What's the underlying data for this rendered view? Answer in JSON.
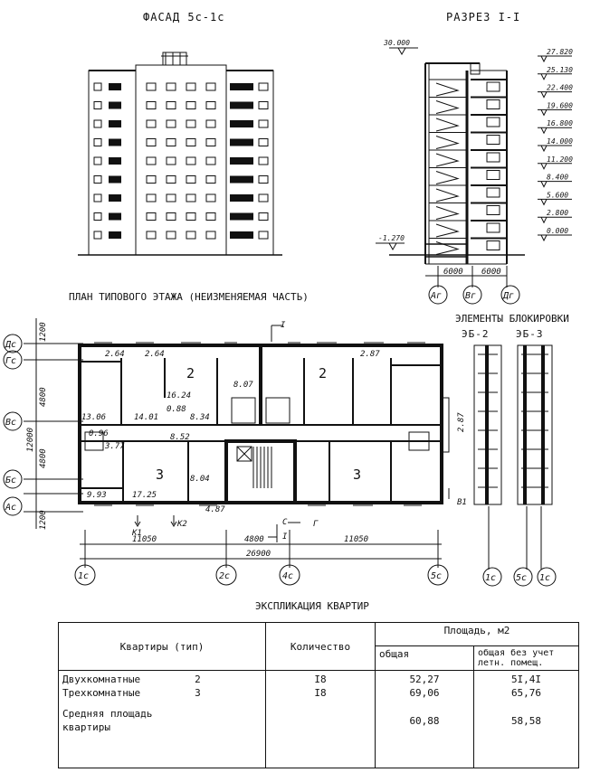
{
  "titles": {
    "facade": "ФАСАД 5с-1с",
    "section": "РАЗРЕЗ I-I",
    "plan": "ПЛАН ТИПОВОГО ЭТАЖА (НЕИЗМЕНЯЕМАЯ ЧАСТЬ)",
    "blocking": "ЭЛЕМЕНТЫ БЛОКИРОВКИ",
    "eb2": "ЭБ-2",
    "eb3": "ЭБ-3",
    "explication": "ЭКСПЛИКАЦИЯ КВАРТИР"
  },
  "section": {
    "roof_level": "30.000",
    "bottom_level": "-1.270",
    "levels": [
      "27.820",
      "25.130",
      "22.400",
      "19.600",
      "16.800",
      "14.000",
      "11.200",
      "8.400",
      "5.600",
      "2.800",
      "0.000"
    ],
    "spans": [
      "6000",
      "6000"
    ],
    "axes": [
      "Аг",
      "Вг",
      "Дг"
    ]
  },
  "plan": {
    "left_axes": [
      "Дс",
      "Гс",
      "Вс",
      "Бс",
      "Ас"
    ],
    "left_dims": [
      "1200",
      "4800",
      "12000",
      "4800",
      "1200"
    ],
    "areas": [
      "2.64",
      "2.64",
      "2.87",
      "16.24",
      "0.88",
      "8.07",
      "8.34",
      "13.06",
      "14.01",
      "0.96",
      "3.77",
      "8.52",
      "8.04",
      "9.93",
      "17.25",
      "4.87"
    ],
    "rooms": [
      "2",
      "2",
      "3",
      "3"
    ],
    "right_dim": "2.87",
    "markers": [
      "I",
      "I",
      "К1",
      "К2",
      "С",
      "Г",
      "В1"
    ],
    "bottom_dims": [
      "11050",
      "4800",
      "11050"
    ],
    "total_dim": "26900",
    "bottom_axes": [
      "1с",
      "2с",
      "4с",
      "5с"
    ],
    "blocking_axes": [
      "1с",
      "5с",
      "1с"
    ]
  },
  "table": {
    "head": {
      "type": "Квартиры (тип)",
      "count": "Количество",
      "area": "Площадь, м2",
      "total": "общая",
      "living": "общая без учет летн. помещ."
    },
    "rows": [
      {
        "name": "Двухкомнатные",
        "type": "2",
        "count": "I8",
        "total": "52,27",
        "living": "5I,4I"
      },
      {
        "name": "Трехкомнатные",
        "type": "3",
        "count": "I8",
        "total": "69,06",
        "living": "65,76"
      }
    ],
    "avg_label": "Средняя площадь квартиры",
    "avg_total": "60,88",
    "avg_living": "58,58"
  }
}
